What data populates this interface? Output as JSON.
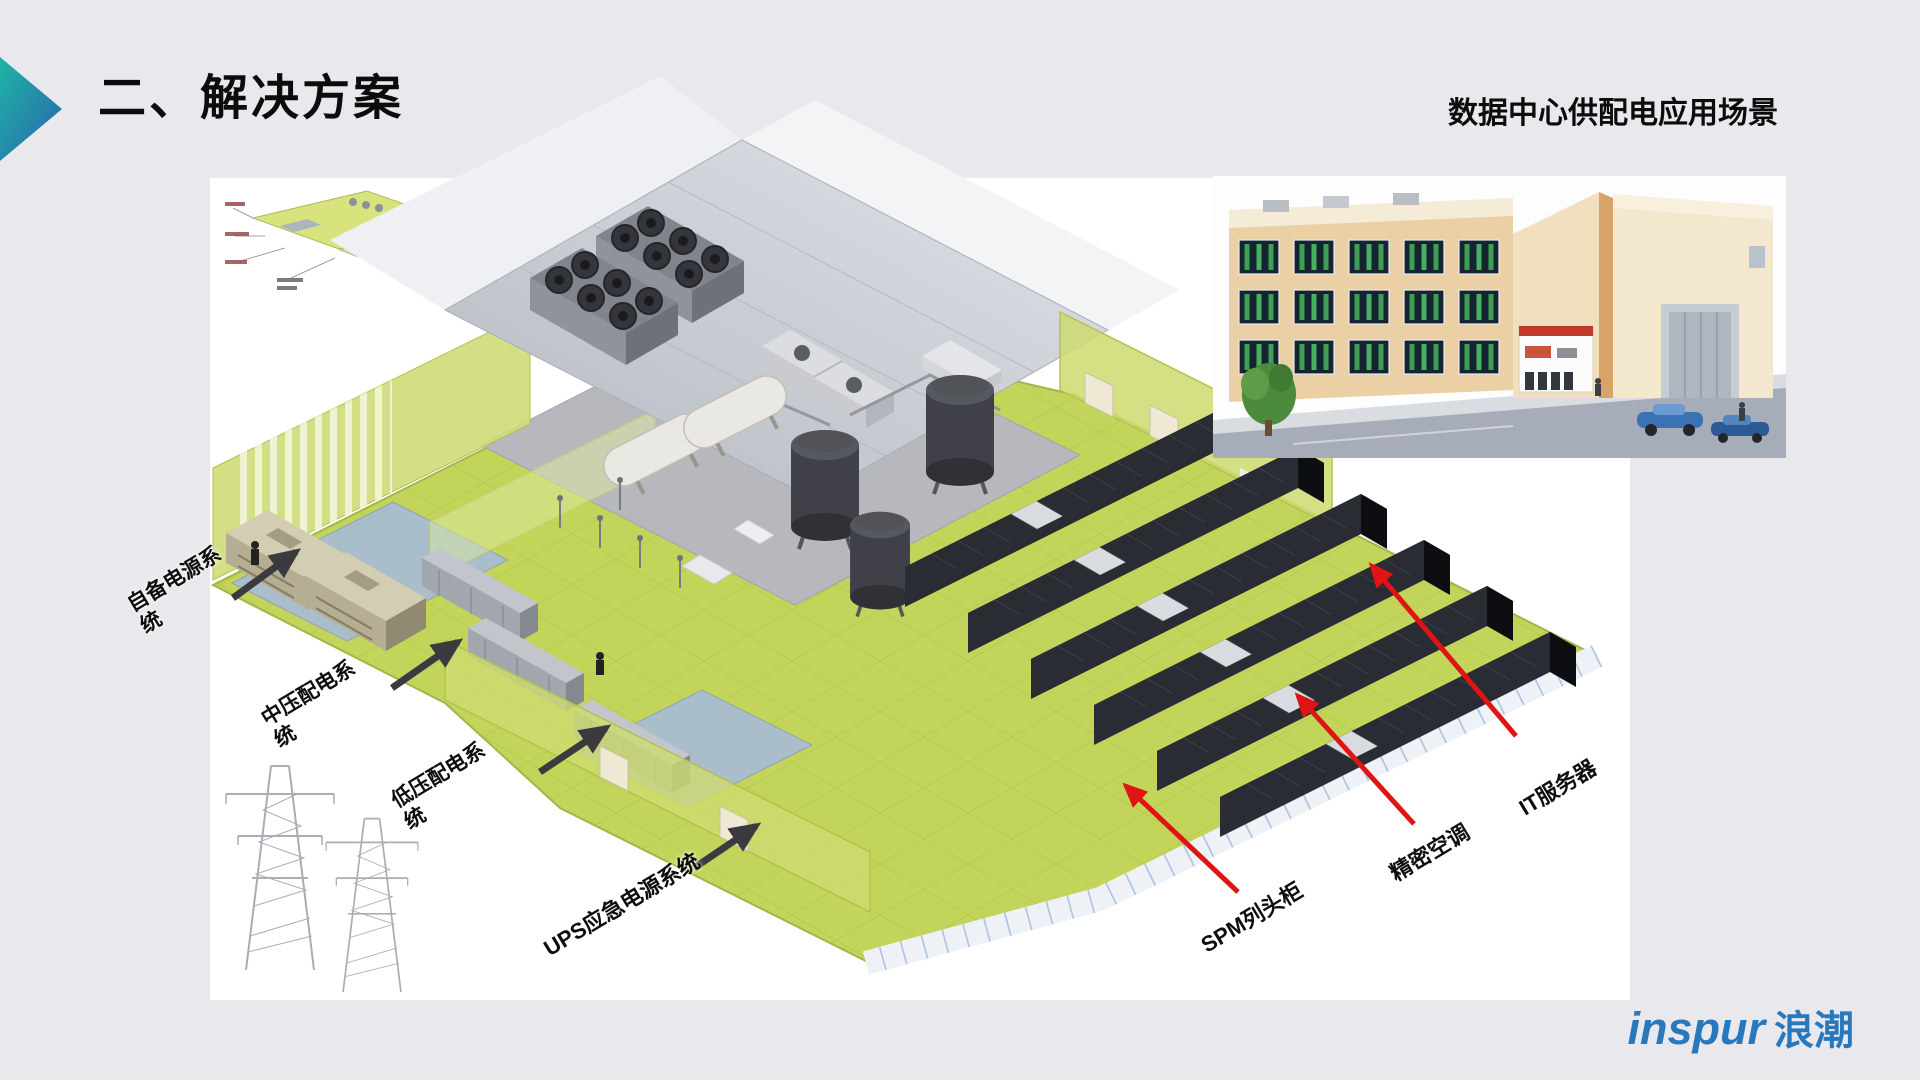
{
  "slide": {
    "title": "二、解决方案",
    "subtitle": "数据中心供配电应用场景",
    "logo_text": "inspur",
    "logo_cn": "浪潮"
  },
  "annotations": {
    "left": [
      {
        "text": "自备电源系统",
        "arrow": "black"
      },
      {
        "text": "中压配电系统",
        "arrow": "black"
      },
      {
        "text": "低压配电系统",
        "arrow": "black"
      },
      {
        "text": "UPS应急电源系统",
        "arrow": "black"
      }
    ],
    "right": [
      {
        "text": "SPM列头柜",
        "arrow": "red"
      },
      {
        "text": "精密空调",
        "arrow": "red"
      },
      {
        "text": "IT服务器",
        "arrow": "red"
      }
    ]
  },
  "colors": {
    "background": "#e9e9ed",
    "floor_green": "#c3d45a",
    "wall_green": "#cedb70",
    "accent_red": "#e01414",
    "arrow_black": "#3b3b3f",
    "inspur_blue": "#2878be",
    "chevron_teal": "#1fb5a3",
    "chevron_blue": "#2a63b0"
  }
}
